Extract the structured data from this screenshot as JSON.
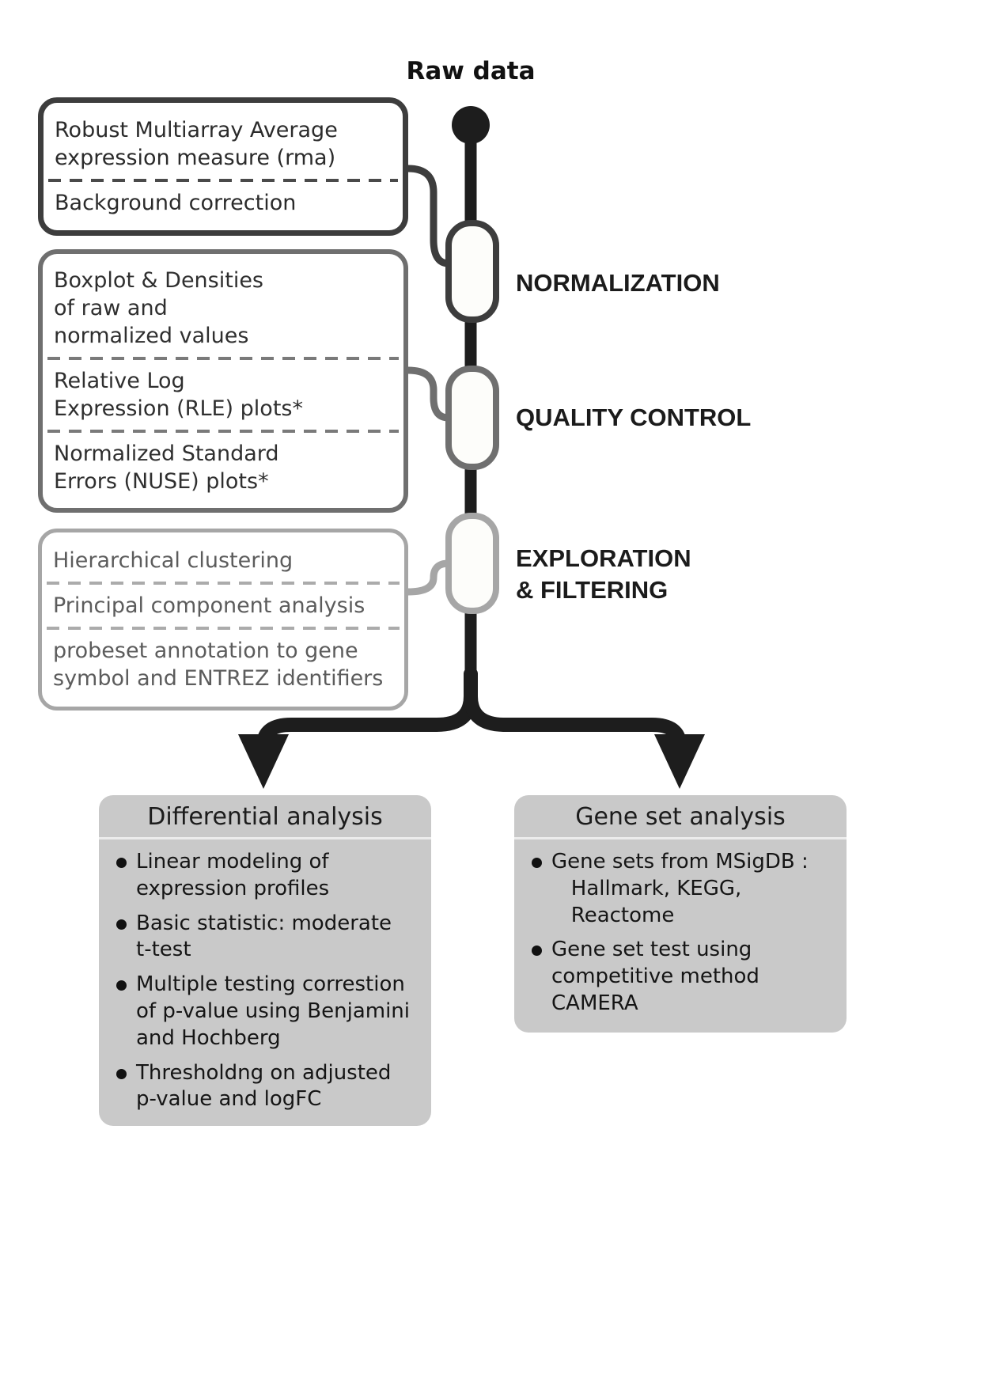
{
  "header": {
    "source_label": "Raw data"
  },
  "stages": [
    {
      "label": "NORMALIZATION",
      "color": "#3d3d3d",
      "methods": [
        "Robust Multiarray Average\nexpression measure (rma)",
        "Background correction"
      ]
    },
    {
      "label": "QUALITY CONTROL",
      "color": "#6f6f6f",
      "methods": [
        "Boxplot & Densities\nof raw and\nnormalized values",
        "Relative Log\nExpression (RLE) plots*",
        "Normalized Standard\nErrors (NUSE) plots*"
      ]
    },
    {
      "label": "EXPLORATION\n& FILTERING",
      "color": "#a6a6a6",
      "methods": [
        "Hierarchical clustering",
        "Principal component analysis",
        "probeset annotation to gene\nsymbol and ENTREZ identifiers"
      ]
    }
  ],
  "analyses": [
    {
      "title": "Differential analysis",
      "bullets": [
        "Linear modeling of\nexpression profiles",
        "Basic statistic: moderate\nt-test",
        "Multiple testing correstion\nof p-value using Benjamini\nand Hochberg",
        "Thresholdng on adjusted\np-value and logFC"
      ]
    },
    {
      "title": "Gene set analysis",
      "bullets": [
        "Gene sets from MSigDB :\n   Hallmark, KEGG,\n   Reactome",
        "Gene set test using\ncompetitive method\nCAMERA"
      ]
    }
  ],
  "colors": {
    "spine": "#1d1d1d",
    "panel_bg": "#c9c9c9"
  }
}
